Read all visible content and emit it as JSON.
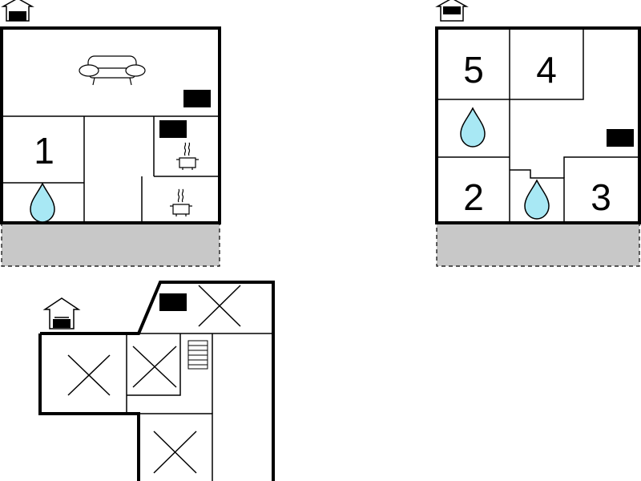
{
  "rooms": [
    {
      "id": "room-1",
      "label": "1"
    },
    {
      "id": "room-2",
      "label": "2"
    },
    {
      "id": "room-3",
      "label": "3"
    },
    {
      "id": "room-4",
      "label": "4"
    },
    {
      "id": "room-5",
      "label": "5"
    }
  ],
  "icons": {
    "floor_marker": "house-floor-icon",
    "living": "sofa-icon",
    "bathroom": "water-drop-icon",
    "kitchen": "cooking-pot-icon",
    "heating": "radiator-icon",
    "void": "cross-mark-icon",
    "stairs": "stairs-icon"
  },
  "colors": {
    "walls": "#000000",
    "terrace": "#c8c8c8",
    "water": "#a8e8f4"
  }
}
